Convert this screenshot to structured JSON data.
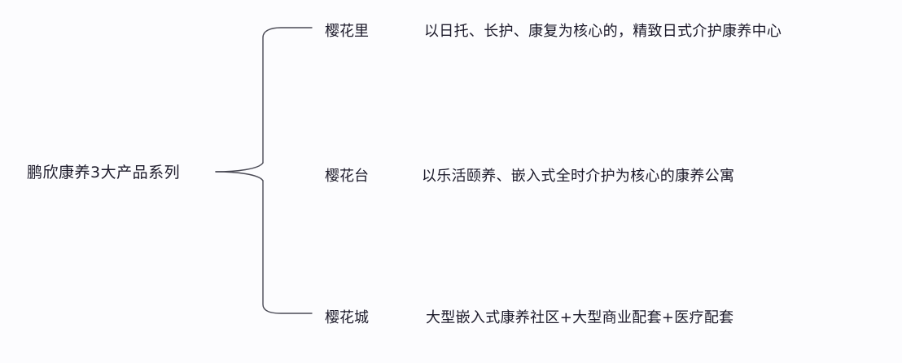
{
  "diagram": {
    "root": {
      "label": "鹏欣康养3大产品系列"
    },
    "branches": [
      {
        "name": "樱花里",
        "description": "以日托、长护、康复为核心的，精致日式介护康养中心"
      },
      {
        "name": "樱花台",
        "description": "以乐活颐养、嵌入式全时介护为核心的康养公寓"
      },
      {
        "name": "樱花城",
        "description": "大型嵌入式康养社区+大型商业配套+医疗配套"
      }
    ],
    "connector": {
      "type": "curly-brace",
      "color": "#4a4a55"
    }
  }
}
